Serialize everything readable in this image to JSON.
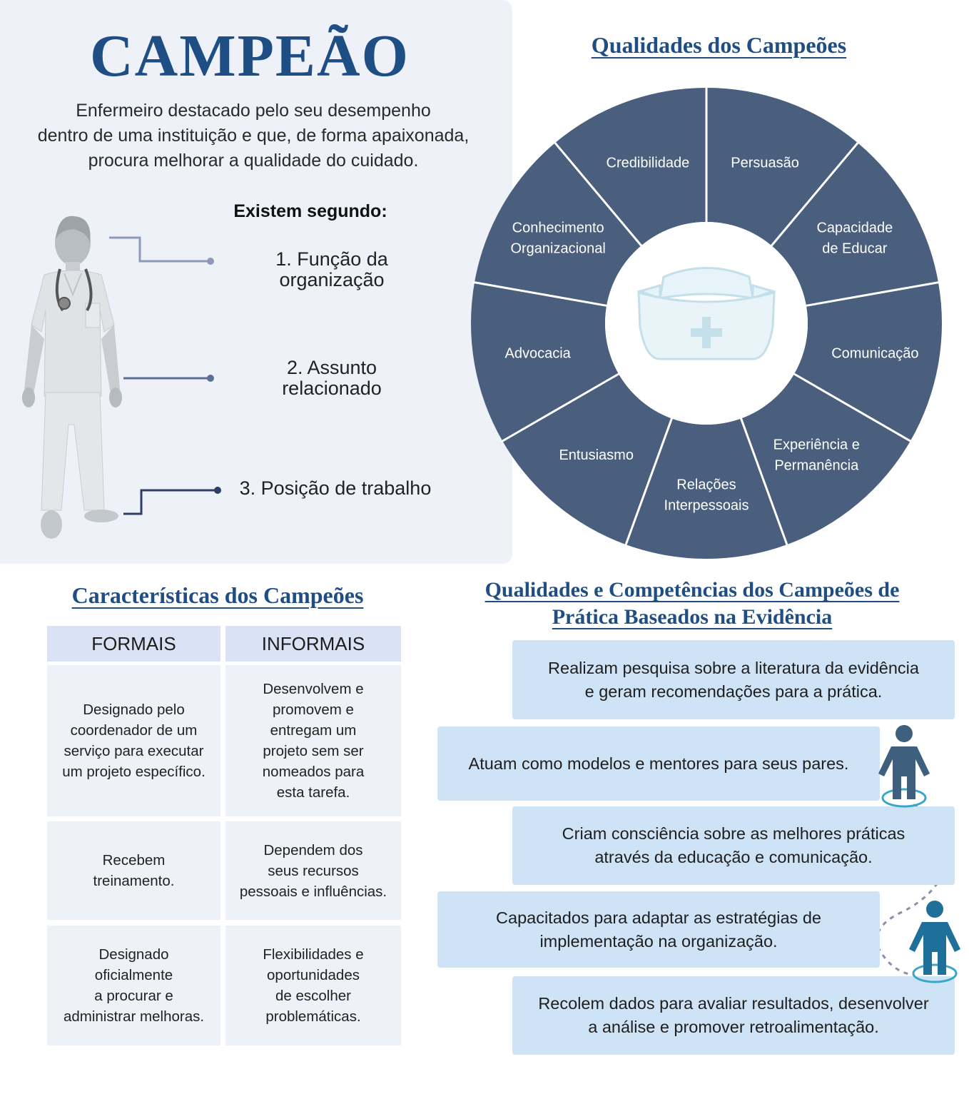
{
  "title": "CAMPEÃO",
  "definition": [
    "Enfermeiro destacado pelo seu desempenho",
    "dentro de uma instituição e que, de forma apaixonada,",
    "procura melhorar a qualidade do cuidado."
  ],
  "criteria": {
    "heading": "Existem segundo:",
    "items": [
      [
        "1. Função da",
        "organização"
      ],
      [
        "2. Assunto",
        "relacionado"
      ],
      [
        "3. Posição de trabalho"
      ]
    ]
  },
  "qualities": {
    "heading": "Qualidades dos Campeões",
    "segments": [
      [
        "Persuasão"
      ],
      [
        "Capacidade",
        "de Educar"
      ],
      [
        "Comunicação"
      ],
      [
        "Experiência e",
        "Permanência"
      ],
      [
        "Relações",
        "Interpessoais"
      ],
      [
        "Entusiasmo"
      ],
      [
        "Advocacia"
      ],
      [
        "Conhecimento",
        "Organizacional"
      ],
      [
        "Credibilidade"
      ]
    ]
  },
  "characteristics": {
    "heading": "Características dos Campeões",
    "columns": [
      "FORMAIS",
      "INFORMAIS"
    ],
    "rows": [
      [
        [
          "Designado pelo",
          "coordenador de um",
          "serviço para executar",
          "um projeto específico."
        ],
        [
          "Desenvolvem e",
          "promovem e",
          "entregam um",
          "projeto sem ser",
          "nomeados para",
          "esta tarefa."
        ]
      ],
      [
        [
          "Recebem",
          "treinamento."
        ],
        [
          "Dependem dos",
          "seus recursos",
          "pessoais e influências."
        ]
      ],
      [
        [
          "Designado",
          "oficialmente",
          "a procurar e",
          "administrar melhoras."
        ],
        [
          "Flexibilidades e",
          "oportunidades",
          "de escolher",
          "problemáticas."
        ]
      ]
    ]
  },
  "ebp": {
    "heading": [
      "Qualidades e Competências dos Campeões de",
      "Prática Baseados na Evidência"
    ],
    "items": [
      [
        "Realizam pesquisa sobre a literatura da evidência",
        "e geram recomendações para a prática."
      ],
      [
        "Atuam como modelos e mentores para seus pares."
      ],
      [
        "Criam consciência sobre as melhores práticas",
        "através da educação e comunicação."
      ],
      [
        "Capacitados para adaptar as estratégias de",
        "implementação na organização."
      ],
      [
        "Recolem dados para avaliar resultados, desenvolver",
        "a análise e promover retroalimentação."
      ]
    ]
  },
  "colors": {
    "brand_blue": "#1f4e85",
    "wheel_fill": "#4a5e7e",
    "panel_bg": "#eef1f8",
    "box_bg": "#cfe3f6"
  },
  "icons": [
    "nurse-figure-icon",
    "nurse-cap-icon",
    "person-icon"
  ]
}
